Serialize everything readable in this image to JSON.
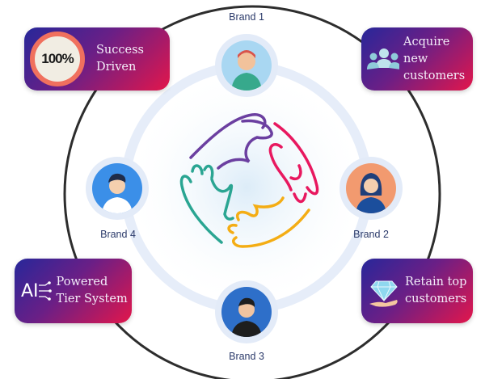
{
  "brands": [
    {
      "label": "Brand 1"
    },
    {
      "label": "Brand 2"
    },
    {
      "label": "Brand 3"
    },
    {
      "label": "Brand 4"
    }
  ],
  "cards": [
    {
      "line1": "Success",
      "line2": "Driven",
      "badge": "100%",
      "icon": "100-percent-badge-icon"
    },
    {
      "line1": "Acquire new",
      "line2": "customers",
      "icon": "group-icon"
    },
    {
      "line1": "Powered",
      "line2": "Tier System",
      "badge": "AI",
      "icon": "ai-icon"
    },
    {
      "line1": "Retain top",
      "line2": "customers",
      "icon": "diamond-hand-icon"
    }
  ],
  "colors": {
    "gradient_start": "#27279a",
    "gradient_end": "#e3164b",
    "hand_purple": "#6b3fa0",
    "hand_pink": "#e8185f",
    "hand_teal": "#2aa592",
    "hand_yellow": "#f4ad14"
  }
}
